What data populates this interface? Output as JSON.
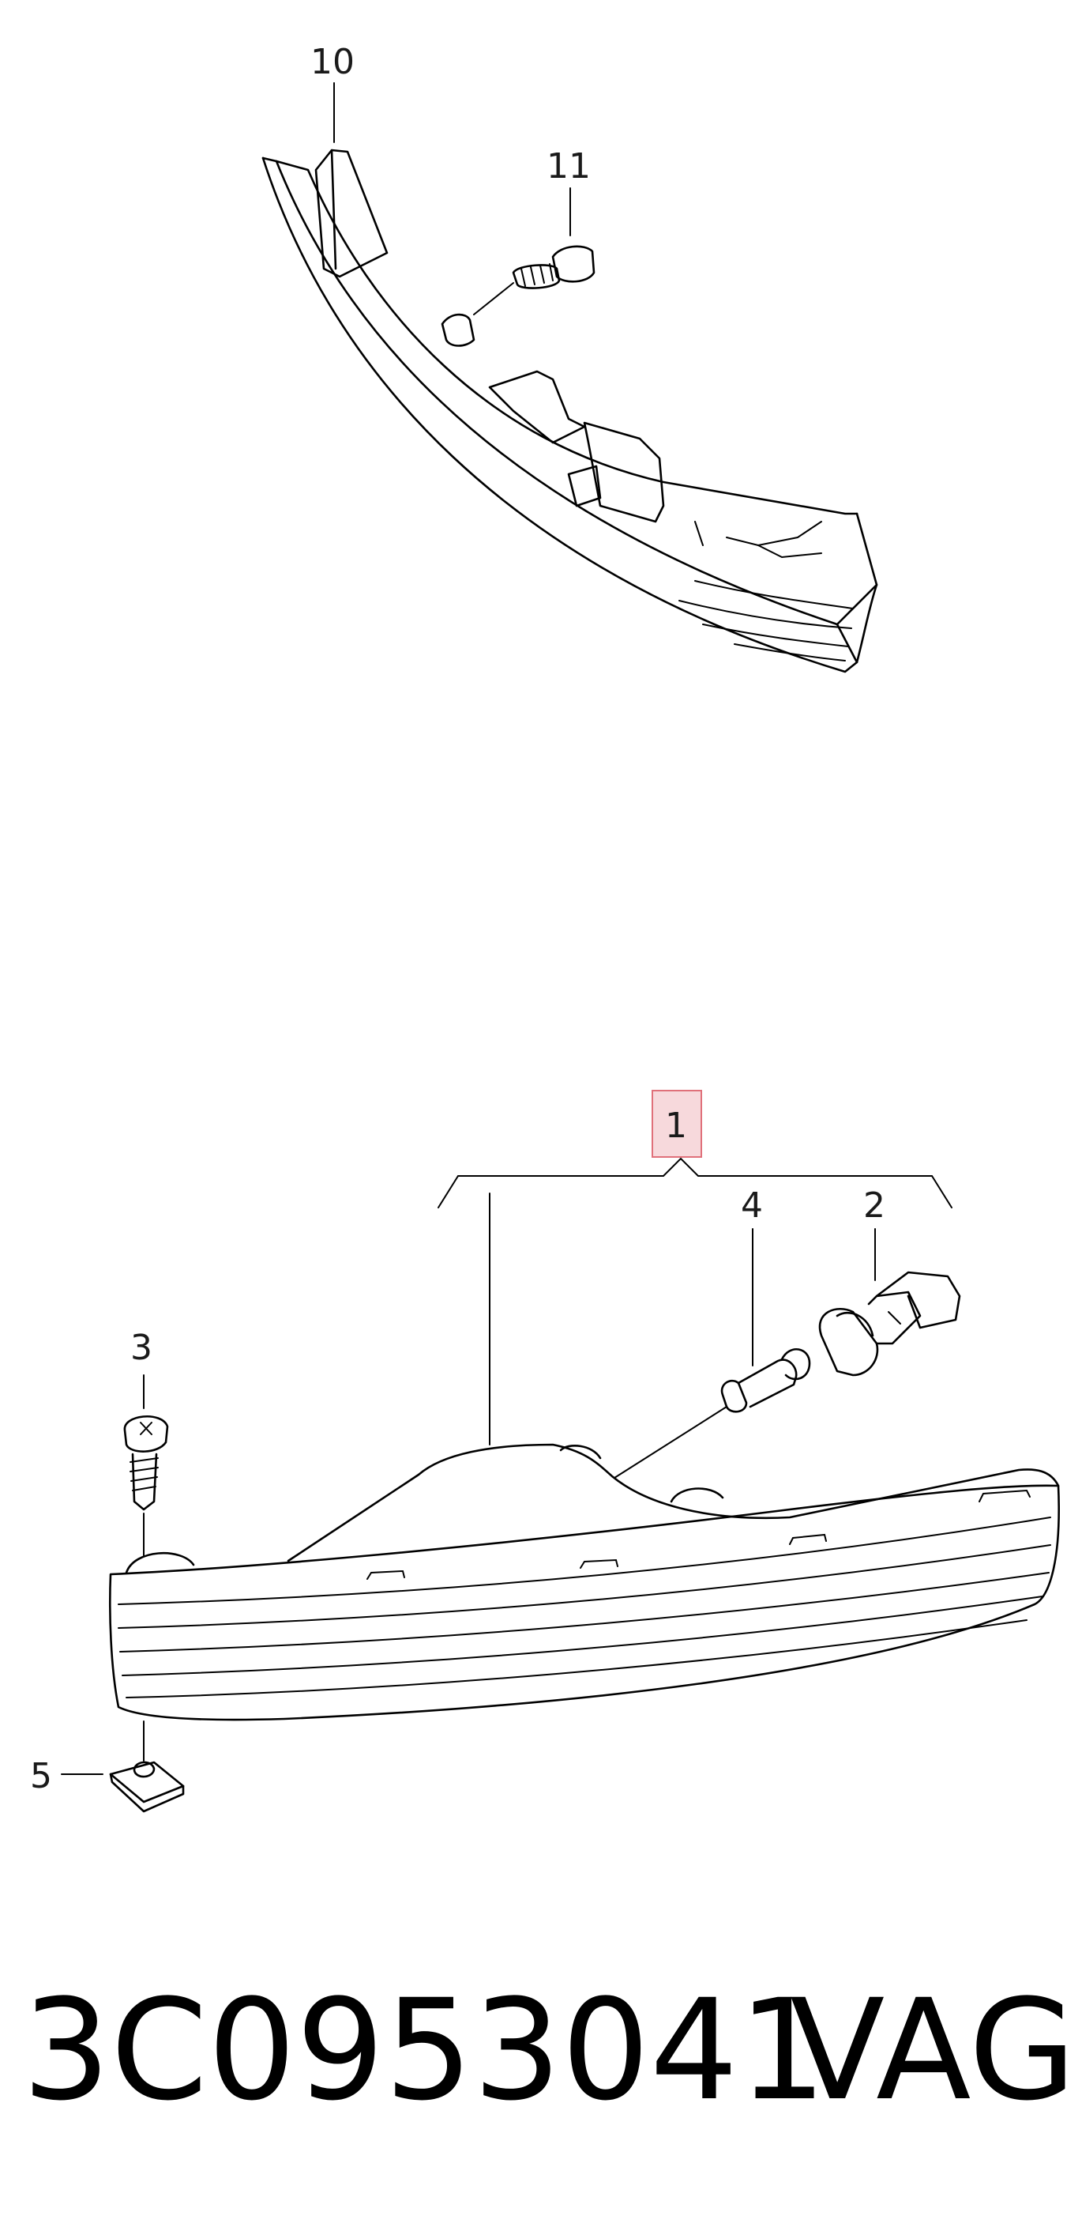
{
  "callouts": {
    "c10": "10",
    "c11": "11",
    "c1": "1",
    "c4": "4",
    "c2": "2",
    "c3": "3",
    "c5": "5"
  },
  "footer": {
    "part_number": "3C0953041",
    "brand": "VAG"
  },
  "colors": {
    "highlight_fill": "#f7d9dc",
    "highlight_stroke": "#e0707a"
  }
}
